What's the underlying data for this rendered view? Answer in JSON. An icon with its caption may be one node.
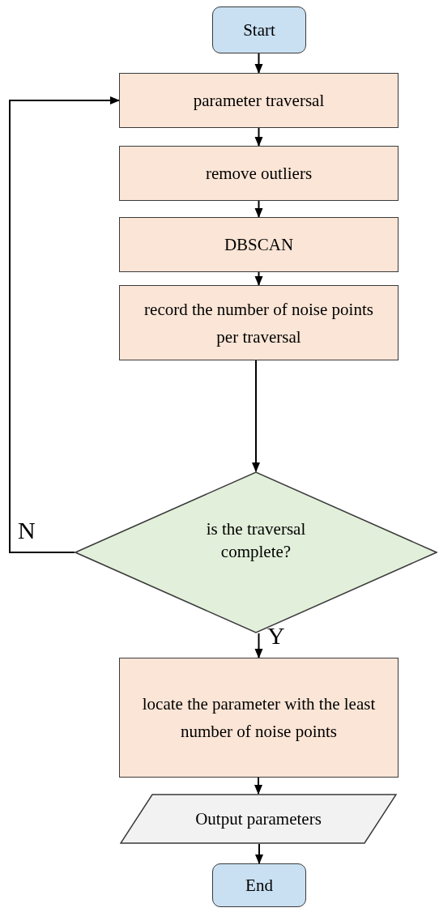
{
  "diagram": {
    "nodes": [
      {
        "text": [
          "Start"
        ]
      },
      {
        "text": [
          "parameter traversal"
        ]
      },
      {
        "text": [
          "remove outliers"
        ]
      },
      {
        "text": [
          "DBSCAN"
        ]
      },
      {
        "text": [
          "record the number of noise points per traversal"
        ]
      },
      {
        "text": [
          "is the traversal complete?"
        ]
      },
      {
        "text": [
          "locate the parameter with the least number of noise points"
        ]
      },
      {
        "text": [
          "Output parameters"
        ]
      },
      {
        "text": [
          "End"
        ]
      }
    ],
    "edges": [
      {
        "from": 0,
        "to": 1,
        "arrow": "to"
      },
      {
        "from": 1,
        "to": 2,
        "arrow": "to"
      },
      {
        "from": 2,
        "to": 3,
        "arrow": "to"
      },
      {
        "from": 3,
        "to": 4,
        "arrow": "to"
      },
      {
        "from": 4,
        "to": 5,
        "arrow": "to"
      },
      {
        "from": 5,
        "to": 6,
        "arrow": "to",
        "label": "Y"
      },
      {
        "from": 5,
        "to": 1,
        "arrow": "to",
        "label": "N"
      },
      {
        "from": 6,
        "to": 7,
        "arrow": "to"
      },
      {
        "from": 7,
        "to": 8,
        "arrow": "to"
      }
    ]
  }
}
